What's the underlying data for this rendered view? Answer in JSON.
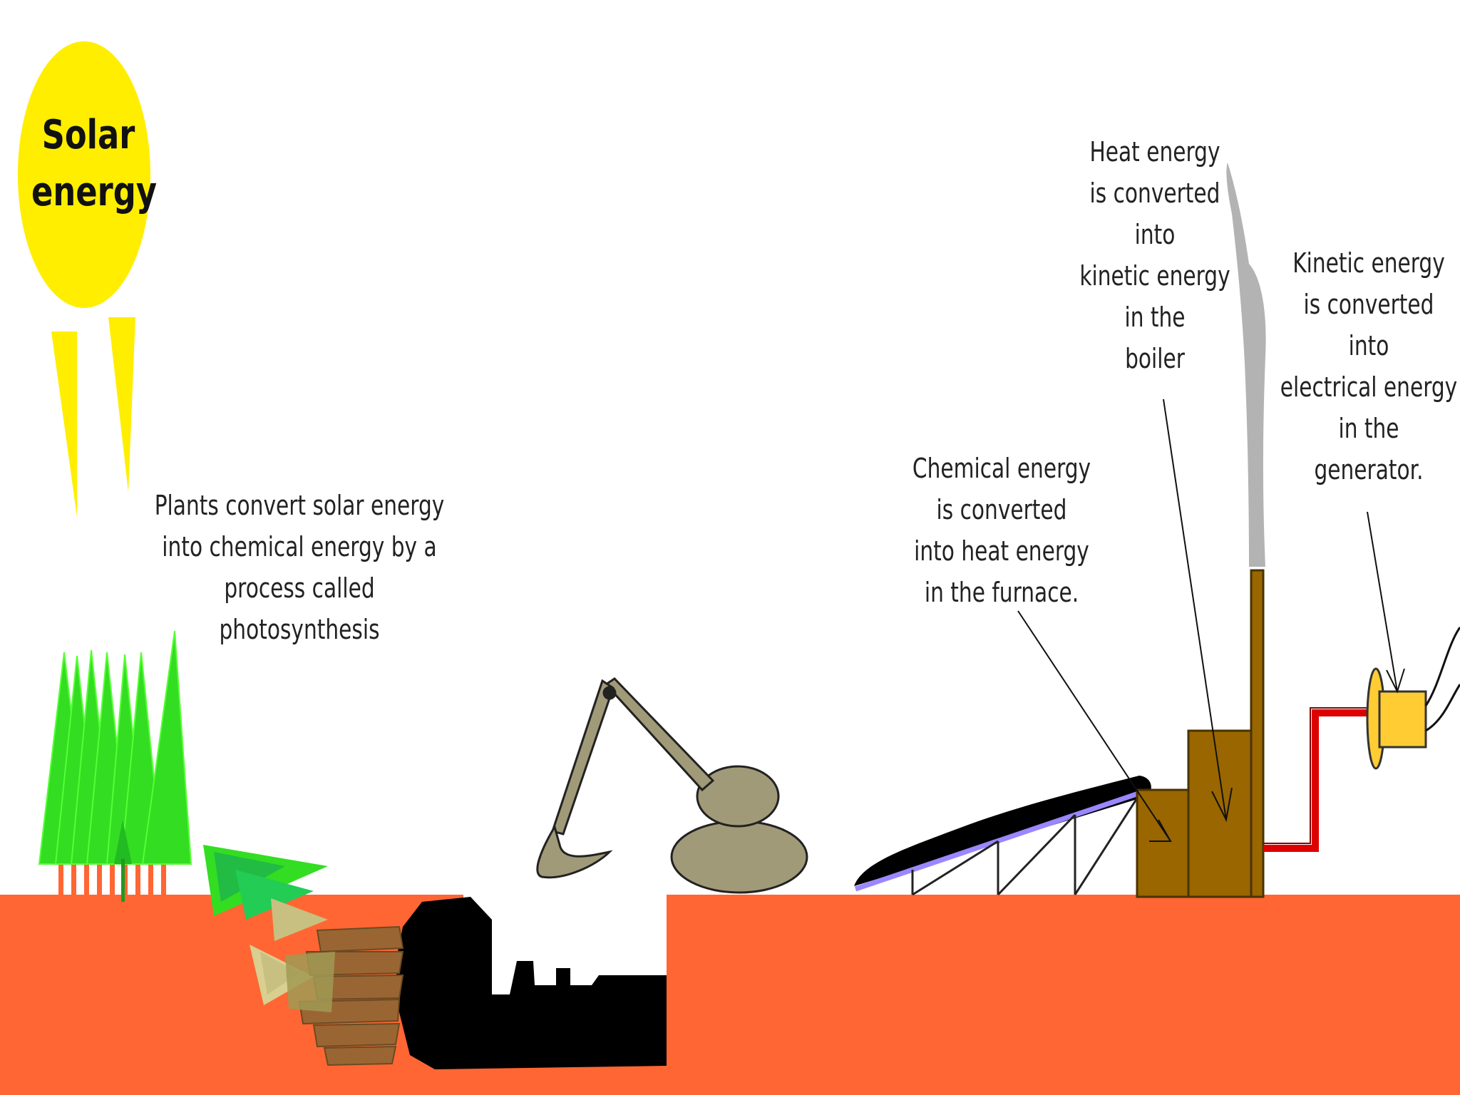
{
  "sun": {
    "label": "Solar\nenergy",
    "color": "#ffee00"
  },
  "captions": {
    "photosynthesis": "Plants convert solar energy\ninto chemical energy by a\nprocess called photosynthesis",
    "furnace": "Chemical energy\nis converted\ninto heat energy\nin the furnace.",
    "boiler": "Heat energy\nis converted\ninto\nkinetic energy\nin the\nboiler",
    "generator": "Kinetic energy\nis converted\ninto\nelectrical energy\nin the\ngenerator."
  },
  "colors": {
    "ground": "#ff6633",
    "tree_green": "#33dd22",
    "trunk": "#ff6633",
    "coal": "#000000",
    "excavator": "#a09a78",
    "plant_building": "#996600",
    "smoke": "#b3b3b3",
    "pipe": "#dd0000",
    "generator": "#ffcc33",
    "conveyor_belt": "#9988ff"
  }
}
